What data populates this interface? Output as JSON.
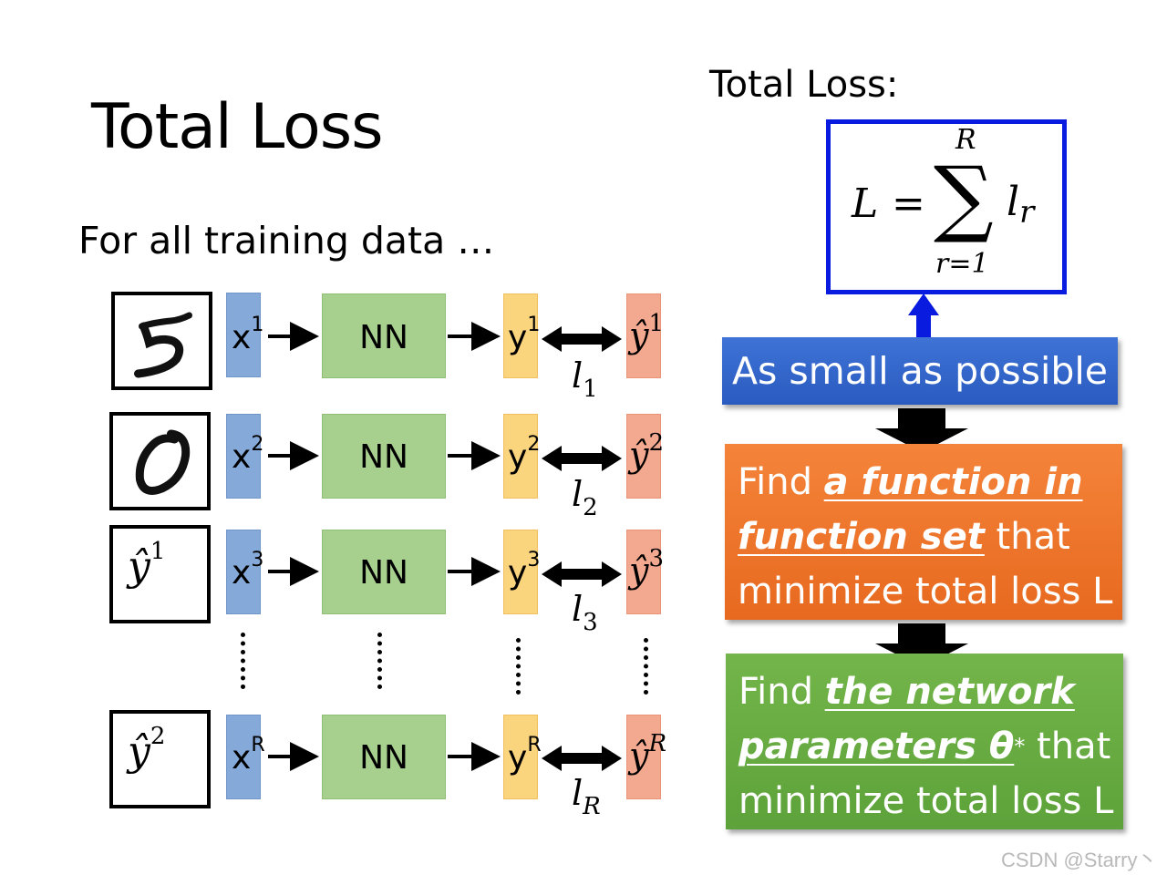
{
  "title": "Total Loss",
  "subtitle": "For all training data …",
  "total_loss_label": "Total Loss:",
  "formula": {
    "lhs": "L",
    "eq": "=",
    "sigma": "∑",
    "upper": "R",
    "lower": "r=1",
    "term": "l",
    "term_sub": "r"
  },
  "rows": [
    {
      "input": "digit-5",
      "x": "x",
      "x_sup": "1",
      "nn": "NN",
      "y": "y",
      "y_sup": "1",
      "yhat": "ŷ",
      "yhat_sup": "1",
      "loss": "l",
      "loss_sub": "1"
    },
    {
      "input": "digit-0",
      "x": "x",
      "x_sup": "2",
      "nn": "NN",
      "y": "y",
      "y_sup": "2",
      "yhat": "ŷ",
      "yhat_sup": "2",
      "loss": "l",
      "loss_sub": "2"
    },
    {
      "input_text": "ŷ",
      "input_sup": "1",
      "x": "x",
      "x_sup": "3",
      "nn": "NN",
      "y": "y",
      "y_sup": "3",
      "yhat": "ŷ",
      "yhat_sup": "3",
      "loss": "l",
      "loss_sub": "3"
    },
    {
      "input_text": "ŷ",
      "input_sup": "2",
      "x": "x",
      "x_sup": "R",
      "nn": "NN",
      "y": "y",
      "y_sup": "R",
      "yhat": "ŷ",
      "yhat_sup": "R",
      "loss": "l",
      "loss_sub": "R"
    }
  ],
  "blue_banner": "As small as possible",
  "orange_banner": {
    "l1a": "Find ",
    "l1b": "a function in",
    "l2a": "function set",
    "l2b": " that",
    "l3": "minimize total loss L"
  },
  "green_banner": {
    "l1a": "Find ",
    "l1b": "the network",
    "l2a": "parameters θ",
    "l2sup": "*",
    "l2b": " that",
    "l3": "minimize total loss L"
  },
  "watermark": "CSDN @Starry丶",
  "colors": {
    "x_box": "#85a9d9",
    "nn_box": "#a7cf8e",
    "y_box": "#fbd47e",
    "yhat_box": "#f3a98f",
    "formula_border": "#0a1be0",
    "blue_banner": "#2f62c8",
    "orange_banner": "#ee7630",
    "green_banner": "#68ac42"
  }
}
